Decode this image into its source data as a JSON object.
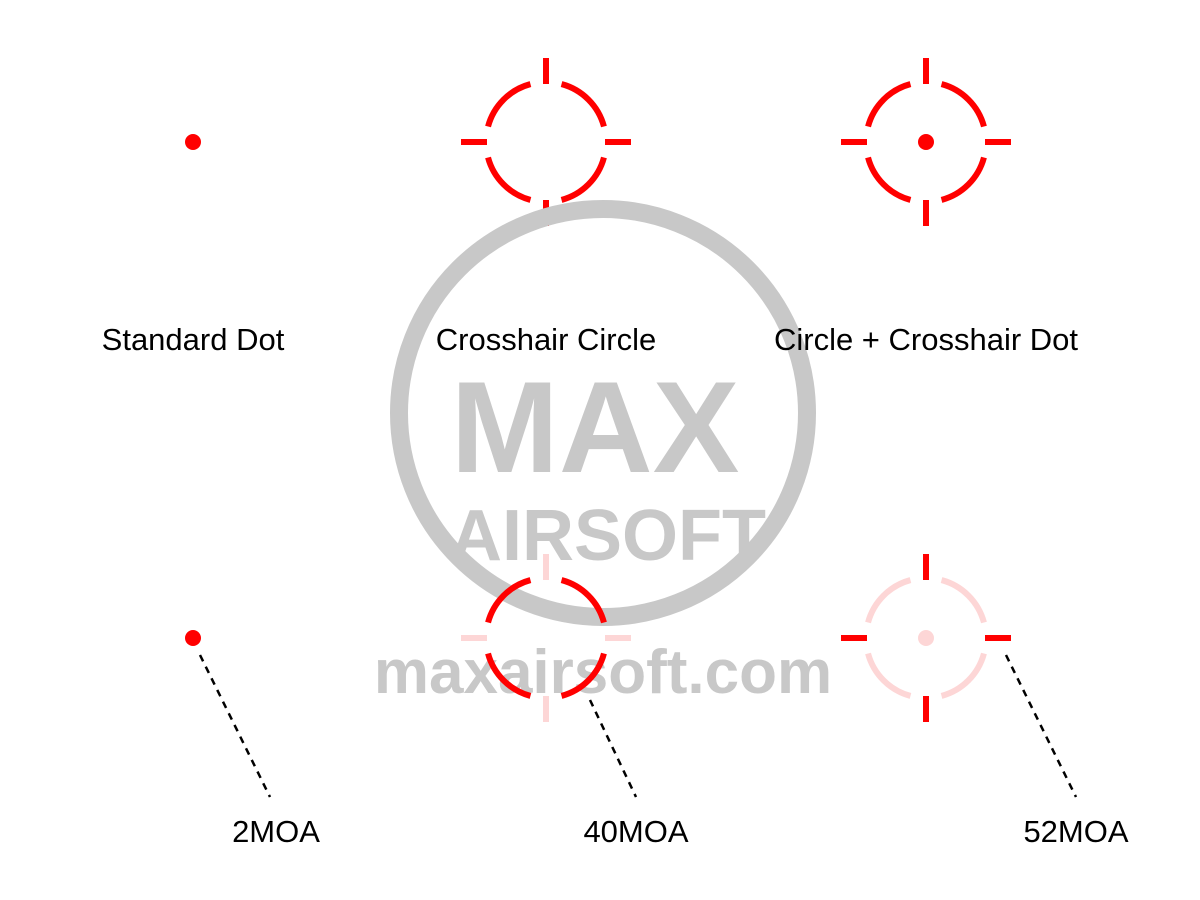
{
  "reticles": [
    {
      "name": "Standard Dot",
      "size": "2MOA"
    },
    {
      "name": "Crosshair Circle",
      "size": "40MOA"
    },
    {
      "name": "Circle + Crosshair Dot",
      "size": "52MOA"
    }
  ],
  "watermark": {
    "logo_top": "MAX",
    "logo_bottom": "AIRSOFT",
    "url": "maxairsoft.com"
  },
  "colors": {
    "reticle": "#ff0000",
    "faded": "#fdd6d6",
    "watermark": "#c8c8c8"
  }
}
